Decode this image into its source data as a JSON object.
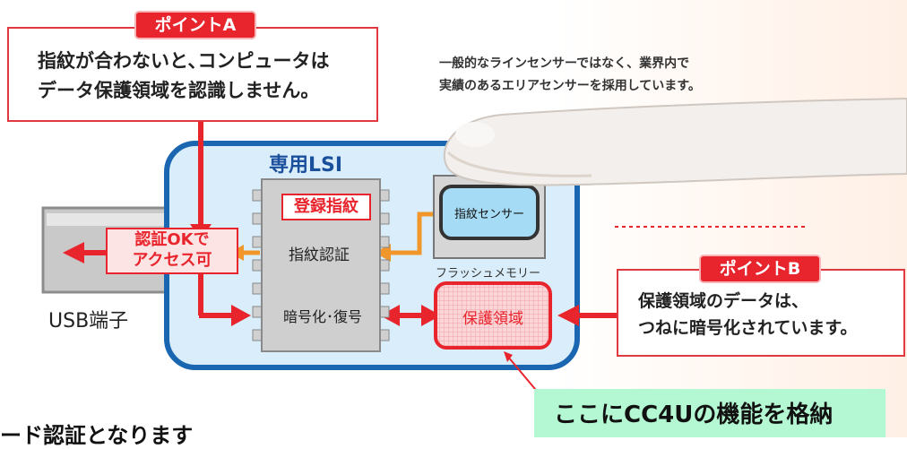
{
  "point_a": {
    "tag": "ポイントA",
    "line1": "指紋が合わないと､コンピュータは",
    "line2": "データ保護領域を認識しません。"
  },
  "sensor_note": {
    "line1": "一般的なラインセンサーではなく、業界内で",
    "line2": "実績のあるエリアセンサーを採用しています。"
  },
  "device": {
    "lsi_title": "専用LSI",
    "registered_fingerprint": "登録指紋",
    "fingerprint_auth": "指紋認証",
    "encrypt_decrypt": "暗号化･復号",
    "auth_ok_line1": "認証OKで",
    "auth_ok_line2": "アクセス可",
    "sensor_label": "指紋センサー",
    "flash_label": "フラッシュメモリー",
    "protected_area": "保護領域",
    "usb_label": "USB端子"
  },
  "point_b": {
    "tag": "ポイントB",
    "line1": "保護領域のデータは、",
    "line2": "つねに暗号化されています。"
  },
  "callout": {
    "text": "ここにCC4Uの機能を格納"
  },
  "bottom_text": "ード認証となります",
  "colors": {
    "red": "#e8242d",
    "blue_border": "#1a66b0",
    "device_fill": "#d9eefa",
    "callout_bg": "#b3f8d2",
    "orange": "#f0962a"
  }
}
